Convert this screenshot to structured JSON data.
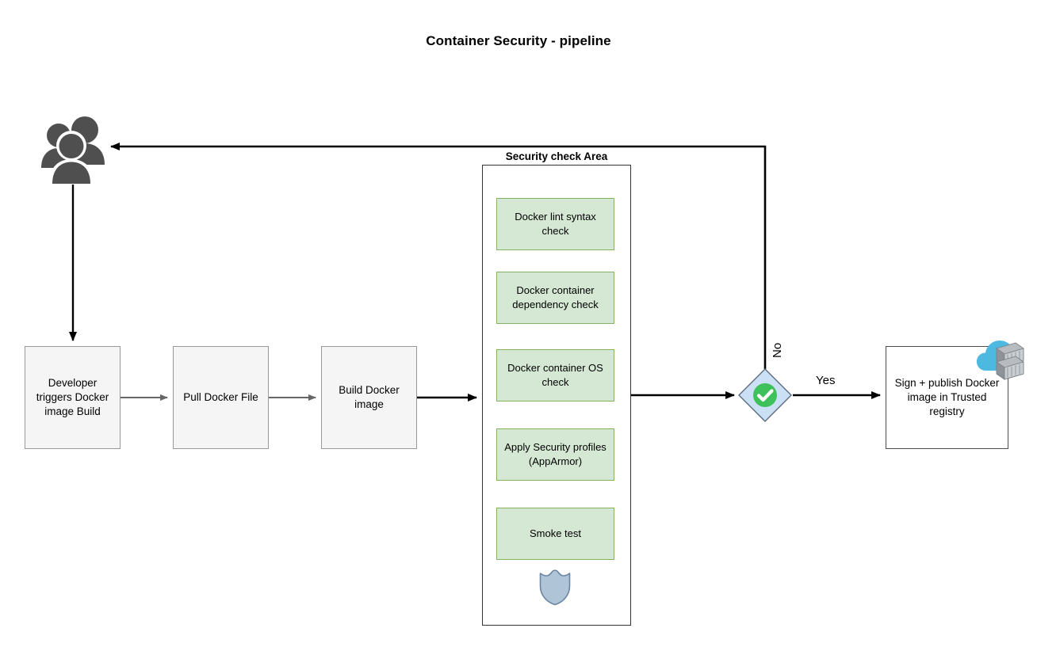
{
  "diagram": {
    "title": "Container Security - pipeline",
    "type": "flowchart",
    "background": "#ffffff"
  },
  "colors": {
    "gray_fill": "#f5f5f5",
    "gray_stroke": "#999999",
    "green_fill": "#d5e8d4",
    "green_stroke": "#82b366",
    "decision_fill": "#cce0f5",
    "decision_stroke": "#6c8ebf",
    "check_green": "#3ec05a",
    "shield_fill": "#b0c4d8",
    "shield_stroke": "#6b85a3",
    "cloud_blue": "#4db8e0",
    "server_gray": "#9aa0a6",
    "people_gray": "#4f4f4f",
    "arrow_black": "#000000",
    "arrow_gray": "#666666"
  },
  "actors": {
    "developers_icon": "people-group-icon"
  },
  "nodes": [
    {
      "id": "developer-triggers",
      "label": "Developer triggers Docker image Build"
    },
    {
      "id": "pull-docker-file",
      "label": "Pull Docker File"
    },
    {
      "id": "build-docker-image",
      "label": "Build Docker image"
    },
    {
      "id": "sign-publish",
      "label": "Sign + publish Docker image in Trusted registry"
    }
  ],
  "security_area": {
    "title": "Security check Area",
    "checks": [
      {
        "id": "docker-lint-syntax-check",
        "label": "Docker lint syntax check"
      },
      {
        "id": "docker-container-dependency-check",
        "label": "Docker container dependency check"
      },
      {
        "id": "docker-container-os-check",
        "label": "Docker container OS check"
      },
      {
        "id": "apply-security-profiles",
        "label": "Apply Security profiles (AppArmor)"
      },
      {
        "id": "smoke-test",
        "label": "Smoke test"
      }
    ],
    "shield_icon": "shield-icon"
  },
  "decision": {
    "id": "security-gate",
    "icon": "green-check-circle-icon",
    "yes_label": "Yes",
    "no_label": "No"
  },
  "registry_icon": "cloud-server-registry-icon"
}
